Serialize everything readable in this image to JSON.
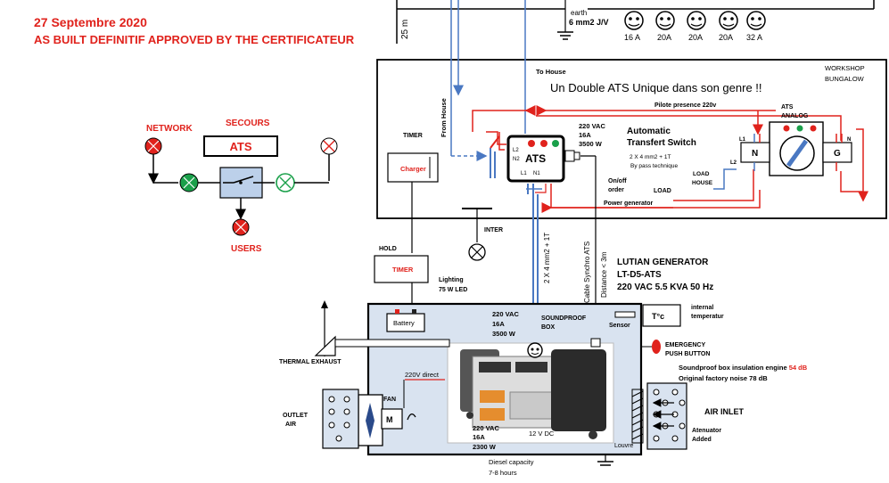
{
  "header": {
    "date": "27 Septembre 2020",
    "subtitle": "AS BUILT DEFINITIF APPROVED BY THE CERTIFICATEUR"
  },
  "top": {
    "length_25m": "25 m",
    "earth_label": "earth",
    "earth_spec": "6 mm2 J/V",
    "sockets": [
      "16 A",
      "20A",
      "20A",
      "20A",
      "32 A"
    ]
  },
  "schematic": {
    "network": "NETWORK",
    "secours": "SECOURS",
    "ats": "ATS",
    "users": "USERS"
  },
  "workshop": {
    "to_house": "To House",
    "workshop_label": "WORKSHOP",
    "bungalow_label": "BUNGALOW",
    "title": "Un Double ATS  Unique dans son genre !!",
    "pilote": "Pilote presence 220v",
    "from_house": "From House",
    "timer": "TIMER",
    "charger": "Charger",
    "ats_label": "ATS",
    "ats_l2": "L2",
    "ats_n2": "N2",
    "ats_l1": "L1",
    "ats_n1": "N1",
    "spec_voltage": "220 VAC",
    "spec_current": "16A",
    "spec_power": "3500 W",
    "automatic": "Automatic",
    "transfert": "Transfert Switch",
    "cable": "2 X 4 mm2 + 1T",
    "bypass": "By pass technique",
    "onoff": "On/off",
    "order": "order",
    "load": "LOAD",
    "load_house_1": "LOAD",
    "load_house_2": "HOUSE",
    "power_generator": "Power generator",
    "ats_analog_1": "ATS",
    "ats_analog_2": "ANALOG",
    "n": "N",
    "g": "G",
    "l1": "L1",
    "l2": "L2",
    "nl": "N"
  },
  "middle": {
    "inter": "INTER",
    "hold": "HOLD",
    "timer": "TIMER",
    "lighting_1": "Lighting",
    "lighting_2": "75 W LED",
    "cable_vertical": "2 X 4 mm2 + 1T",
    "synchro": "Cable Synchro ATS",
    "distance": "Distance < 3m"
  },
  "generator": {
    "title": "LUTIAN GENERATOR",
    "model": "LT-D5-ATS",
    "rating": "220 VAC 5.5 KVA 50 Hz"
  },
  "box": {
    "battery": "Battery",
    "spec_voltage": "220 VAC",
    "spec_current": "16A",
    "spec_power": "3500 W",
    "soundproof_1": "SOUNDPROOF",
    "soundproof_2": "BOX",
    "sensor": "Sensor",
    "temp": "T°c",
    "internal_1": "internal",
    "internal_2": "temperatur",
    "direct": "220V direct",
    "fan": "FAN",
    "motor": "M",
    "bottom_voltage": "220 VAC",
    "bottom_current": "16A",
    "bottom_power": "2300 W",
    "dc": "12 V DC",
    "louvre": "Louvre",
    "diesel_1": "Diesel capacity",
    "diesel_2": "7-8 hours"
  },
  "side": {
    "thermal": "THERMAL EXHAUST",
    "outlet_1": "OUTLET",
    "outlet_2": "AIR",
    "emergency_1": "EMERGENCY",
    "emergency_2": "PUSH BUTTON",
    "insulation_prefix": "Soundproof box insulation engine ",
    "insulation_db": "54 dB",
    "factory": "Original factory noise 78 dB",
    "air_inlet": "AIR INLET",
    "attenuator_1": "Atenuator",
    "attenuator_2": "Added"
  },
  "colors": {
    "red": "#e0221c",
    "blue": "#4a78c2",
    "green": "#1aa04a",
    "box_fill": "#d9e3f0"
  }
}
